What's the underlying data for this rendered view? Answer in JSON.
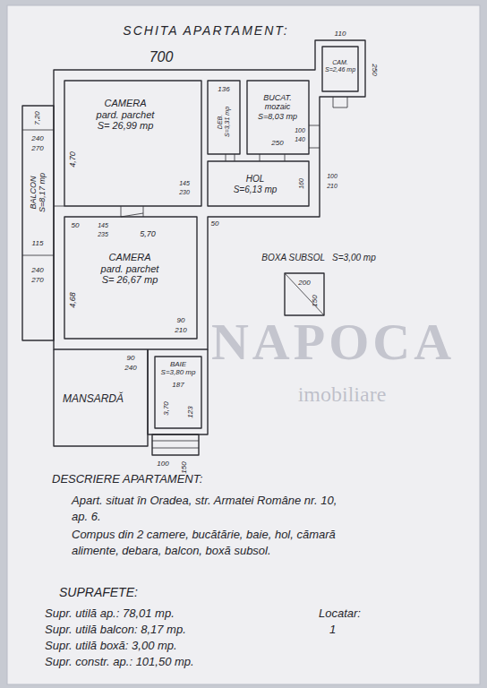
{
  "diagram": {
    "title": "SCHITA APARTAMENT:",
    "nodes": [
      {
        "text": [
          "CAMERA",
          "pard. parchet",
          "S= 26,99 mp"
        ]
      },
      {
        "text": [
          "DEB.",
          "S=3,31 mp"
        ]
      },
      {
        "text": [
          "BUCAT.",
          "mozaic",
          "S=8,03 mp"
        ]
      },
      {
        "text": [
          "CAM.",
          "S=2,46 mp"
        ]
      },
      {
        "text": [
          "HOL",
          "S=6,13 mp"
        ]
      },
      {
        "text": [
          "BALCON",
          "S=8,17 mp"
        ]
      },
      {
        "text": [
          "CAMERA",
          "pard. parchet",
          "S= 26,67 mp"
        ]
      },
      {
        "text": [
          "BAIE",
          "S=3,80 mp"
        ]
      },
      {
        "text": [
          "MANSARDĂ"
        ]
      },
      {
        "text": [
          "BOXA SUBSOL",
          "S=3,00 mp"
        ]
      }
    ],
    "labels": [
      "700",
      "110",
      "250",
      "136",
      "250",
      "100",
      "140",
      "7,20",
      "240",
      "270",
      "4,70",
      "145",
      "230",
      "160",
      "100",
      "210",
      "115",
      "50",
      "145",
      "235",
      "5,70",
      "50",
      "240",
      "270",
      "4,68",
      "90",
      "240",
      "90",
      "210",
      "187",
      "3,70",
      "123",
      "100",
      "150",
      "200",
      "150",
      "NAPOCA",
      "imobiliare",
      "DESCRIERE APARTAMENT:",
      "Apart. situat în Oradea, str. Armatei Române nr. 10, ap. 6.",
      "Compus din 2 camere, bucătărie, baie, hol, cămară alimente, debara, balcon, boxă subsol.",
      "SUPRAFETE:",
      "Supr. utilă ap.: 78,01 mp.",
      "Supr. utilă balcon: 8,17 mp.",
      "Supr. utilă boxă: 3,00 mp.",
      "Supr. constr. ap.: 101,50 mp.",
      "Locatar:",
      "1"
    ]
  }
}
